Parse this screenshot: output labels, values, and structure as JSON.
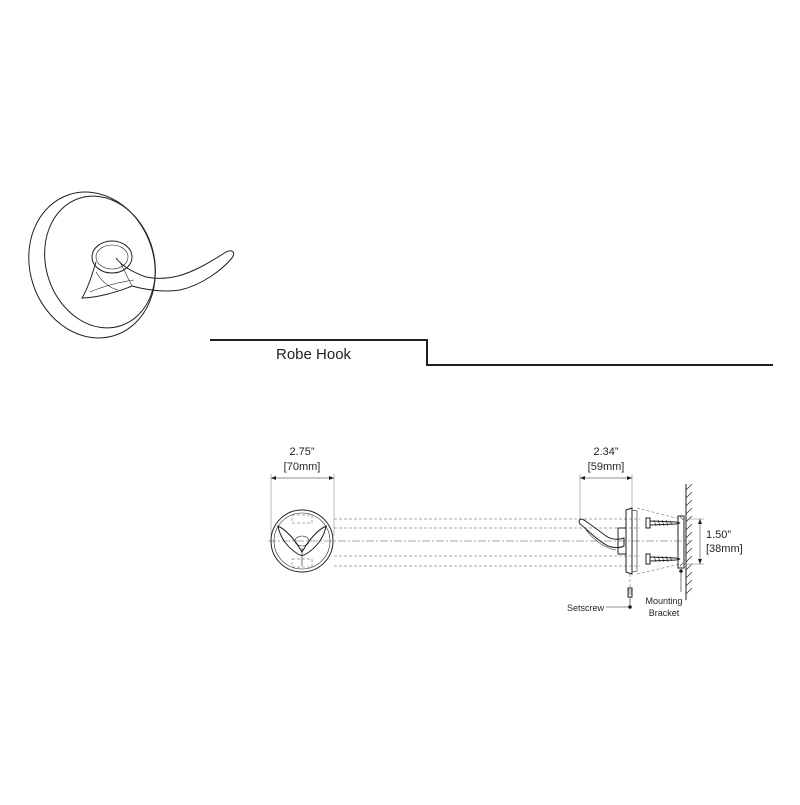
{
  "title_block": {
    "product_name": "Robe Hook"
  },
  "front_view": {
    "width_inch": "2.75”",
    "width_mm": "[70mm]"
  },
  "side_view": {
    "depth_inch": "2.34”",
    "depth_mm": "[59mm]",
    "height_inch": "1.50”",
    "height_mm": "[38mm]",
    "setscrew_label": "Setscrew",
    "bracket_label_line1": "Mounting",
    "bracket_label_line2": "Bracket"
  }
}
